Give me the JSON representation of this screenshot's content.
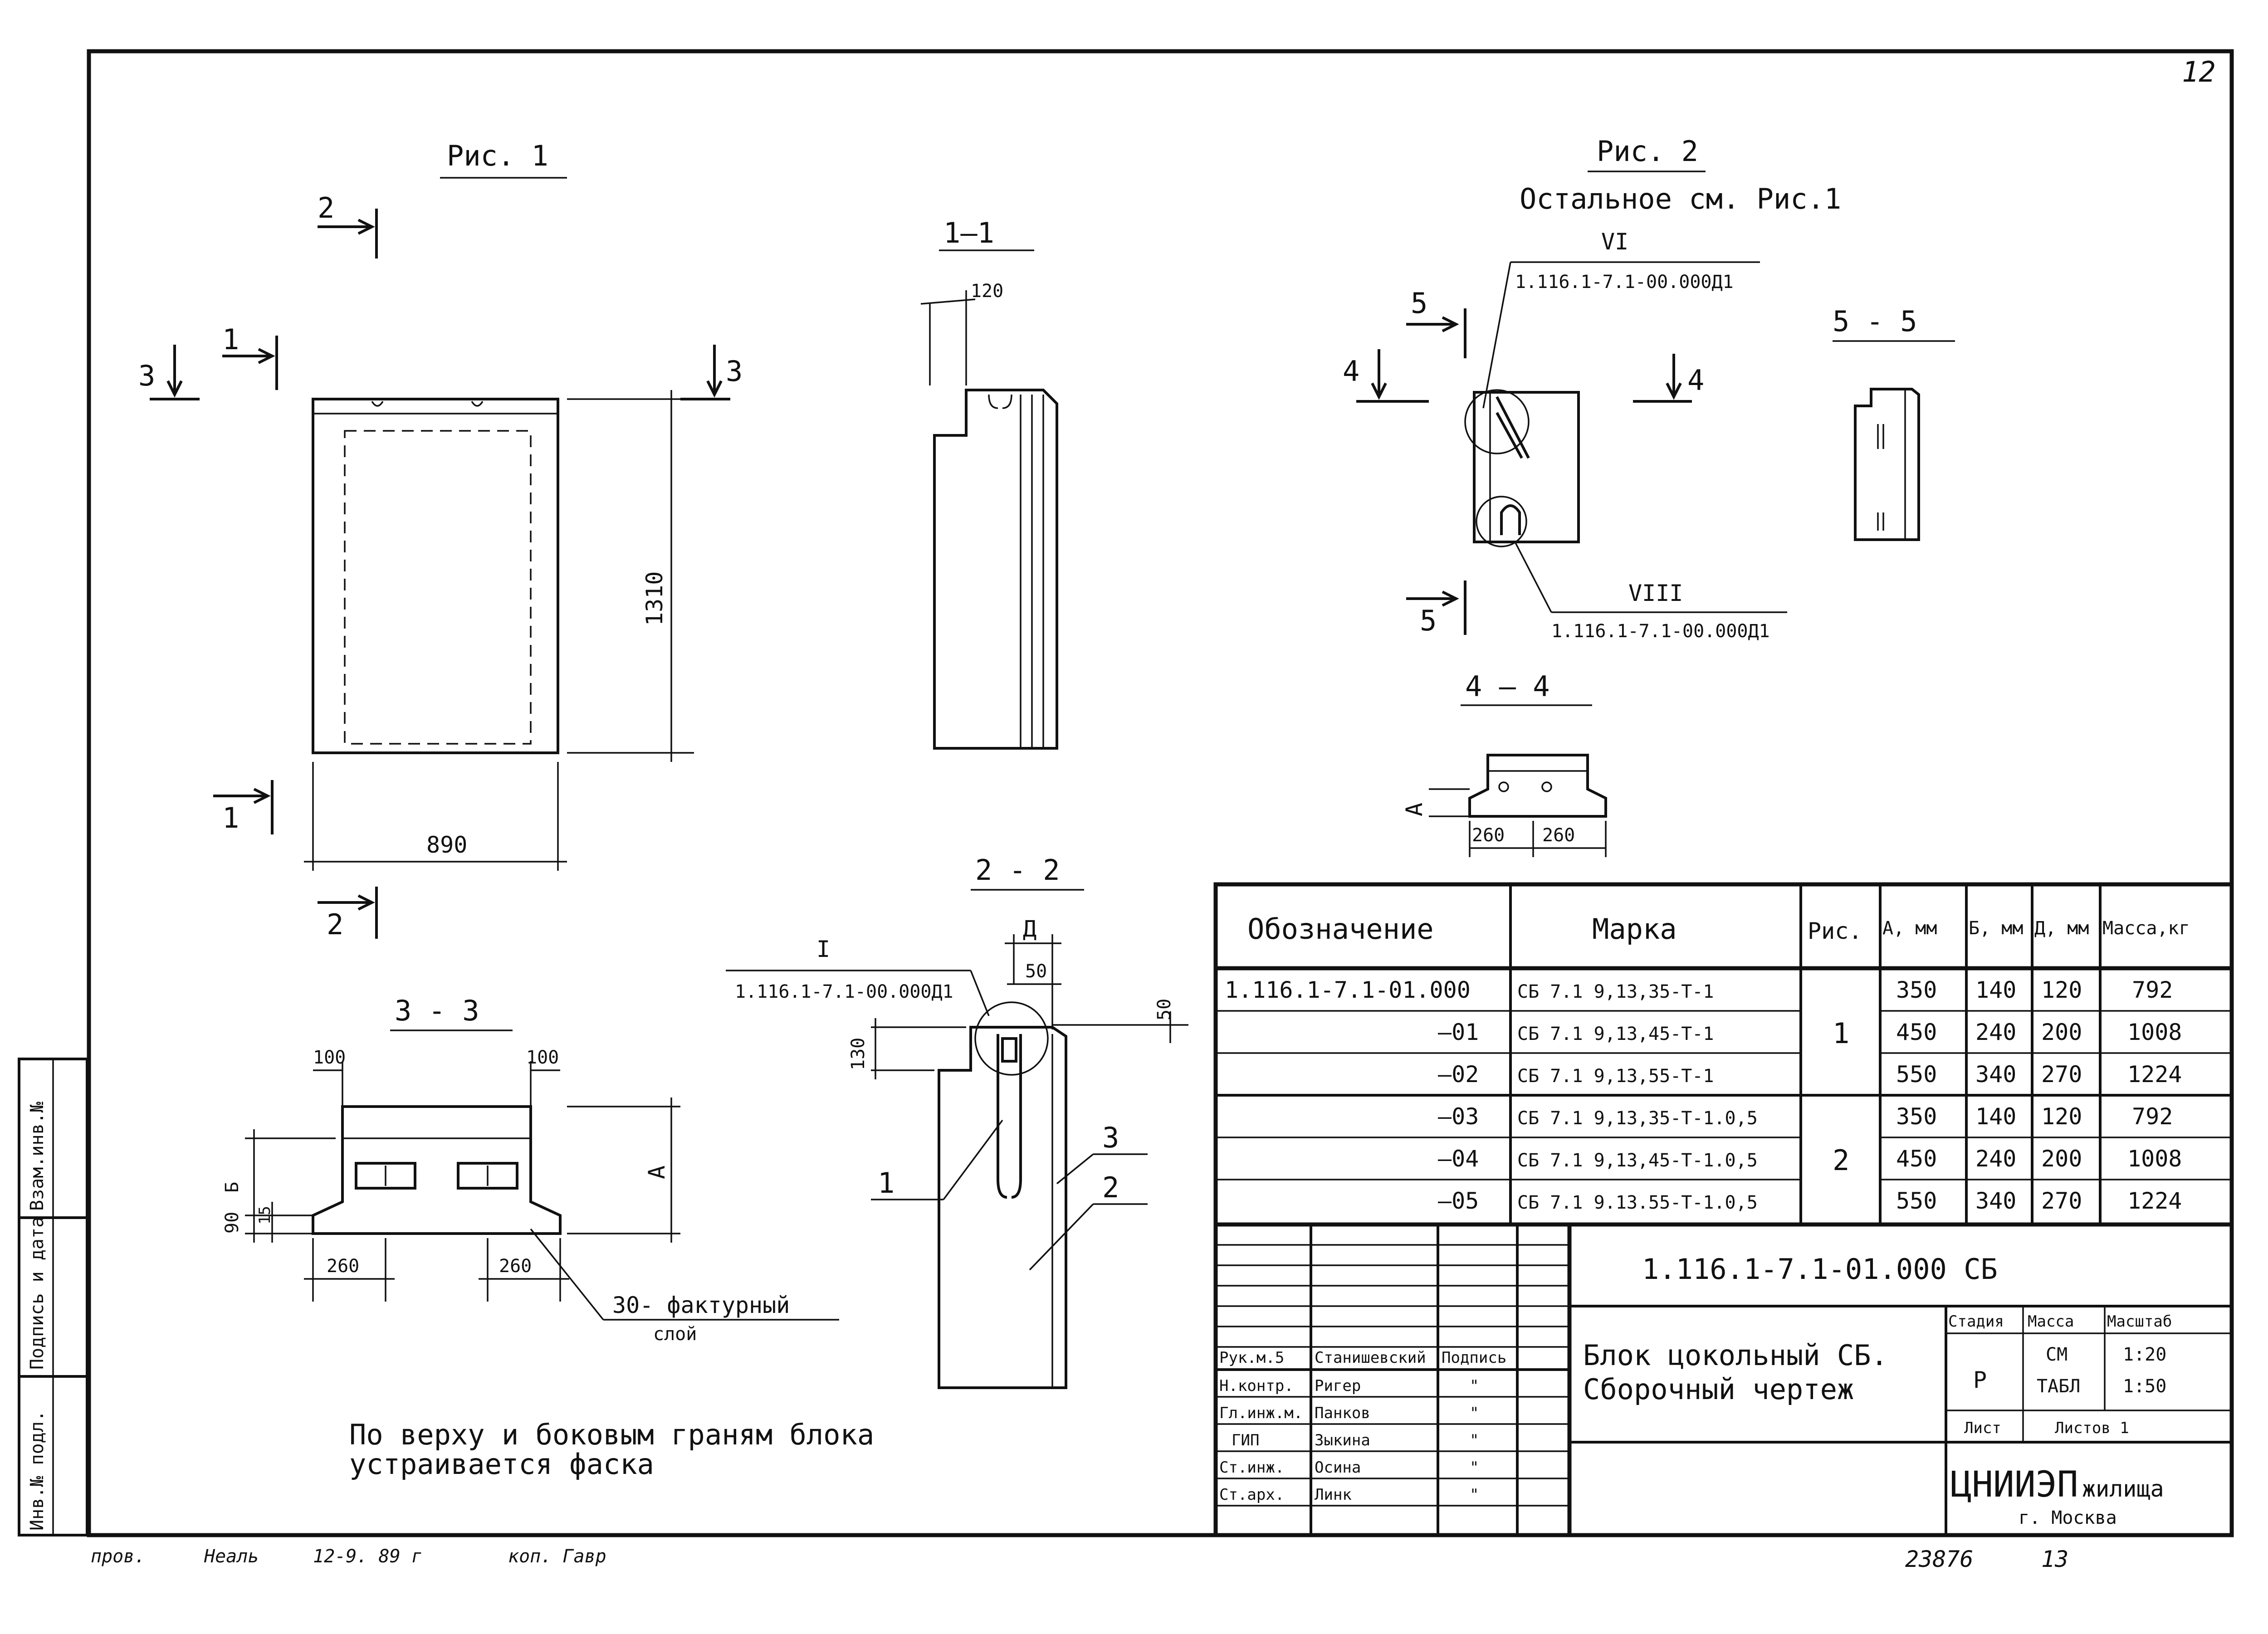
{
  "page": {
    "sheet_number": "12"
  },
  "fig1": {
    "title": "Рис. 1",
    "width_dim": "890",
    "height_dim": "1310",
    "cut_2_top": "2",
    "cut_1_upper": "1",
    "cut_3_left": "3",
    "cut_3_right": "3",
    "cut_1_lower": "1",
    "cut_2_bottom": "2"
  },
  "sec11": {
    "title": "1–1",
    "dim": "120"
  },
  "fig2": {
    "title": "Рис. 2",
    "subtitle": "Остальное см. Рис.1",
    "node_vi": "VI",
    "node_vi_ref": "1.116.1-7.1-00.000Д1",
    "node_viii": "VIII",
    "node_viii_ref": "1.116.1-7.1-00.000Д1",
    "cut5_top": "5",
    "cut5_bottom": "5",
    "cut4_left": "4",
    "cut4_right": "4"
  },
  "sec55": {
    "title": "5 - 5"
  },
  "sec44": {
    "title": "4 – 4",
    "dim_a": "А",
    "dim_1": "260",
    "dim_2": "260"
  },
  "sec22": {
    "title": "2 - 2",
    "node_i": "I",
    "node_i_ref": "1.116.1-7.1-00.000Д1",
    "dim_d": "Д",
    "dim_50a": "50",
    "dim_50b": "50",
    "dim_130": "130",
    "pos1": "1",
    "pos2": "2",
    "pos3": "3"
  },
  "sec33": {
    "title": "3 - 3",
    "dim_100a": "100",
    "dim_100b": "100",
    "dim_a": "А",
    "dim_b": "Б",
    "dim_90": "90",
    "dim_15": "15",
    "dim_260a": "260",
    "dim_260b": "260",
    "layer_note": "30- фактурный",
    "layer_note2": "слой"
  },
  "note": {
    "line1": "По верху и боковым граням блока",
    "line2": "устраивается фаска"
  },
  "spec_table": {
    "headers": [
      "Обозначение",
      "Марка",
      "Рис.",
      "А, мм",
      "Б, мм",
      "Д, мм",
      "Масса,кг"
    ],
    "rows": [
      [
        "1.116.1-7.1-01.000",
        "СБ 7.1 9,13,35-Т-1",
        "",
        "350",
        "140",
        "120",
        "792"
      ],
      [
        "–01",
        "СБ 7.1 9,13,45-Т-1",
        "1",
        "450",
        "240",
        "200",
        "1008"
      ],
      [
        "–02",
        "СБ 7.1 9,13,55-Т-1",
        "",
        "550",
        "340",
        "270",
        "1224"
      ],
      [
        "–03",
        "СБ 7.1 9,13,35-Т-1.0,5",
        "",
        "350",
        "140",
        "120",
        "792"
      ],
      [
        "–04",
        "СБ 7.1 9,13,45-Т-1.0,5",
        "2",
        "450",
        "240",
        "200",
        "1008"
      ],
      [
        "–05",
        "СБ 7.1 9.13.55-Т-1.0,5",
        "",
        "550",
        "340",
        "270",
        "1224"
      ]
    ]
  },
  "title_block": {
    "code": "1.116.1-7.1-01.000 СБ",
    "name_line1": "Блок цокольный СБ.",
    "name_line2": "Сборочный чертеж",
    "stage_hdr": "Стадия",
    "mass_hdr": "Масса",
    "scale_hdr": "Масштаб",
    "stage": "Р",
    "mass_1": "СМ",
    "mass_2": "ТАБЛ",
    "scale_1": "1:20",
    "scale_2": "1:50",
    "sheet_lbl": "Лист",
    "sheets_lbl": "Листов 1",
    "org_1": "ЦНИИЭП",
    "org_2": "жилища",
    "org_city": "г. Москва",
    "signers": [
      [
        "Рук.м.5",
        "Станишевский",
        "Подпись"
      ],
      [
        "Н.контр.",
        "Ригер",
        "\""
      ],
      [
        "Гл.инж.м.",
        "Панков",
        "\""
      ],
      [
        "ГИП",
        "Зыкина",
        "\""
      ],
      [
        "Ст.инж.",
        "Осина",
        "\""
      ],
      [
        "Ст.арх.",
        "Линк",
        "\""
      ]
    ]
  },
  "side_stamp": {
    "c1": "Инв.№ подл.",
    "c2": "Подпись и дата",
    "c3": "Взам.инв.№"
  },
  "footer": {
    "left_1": "пров.",
    "left_2": "Неаль",
    "left_3": "12-9. 89 г",
    "left_4": "коп. Гавр",
    "right_1": "23876",
    "right_2": "13"
  }
}
